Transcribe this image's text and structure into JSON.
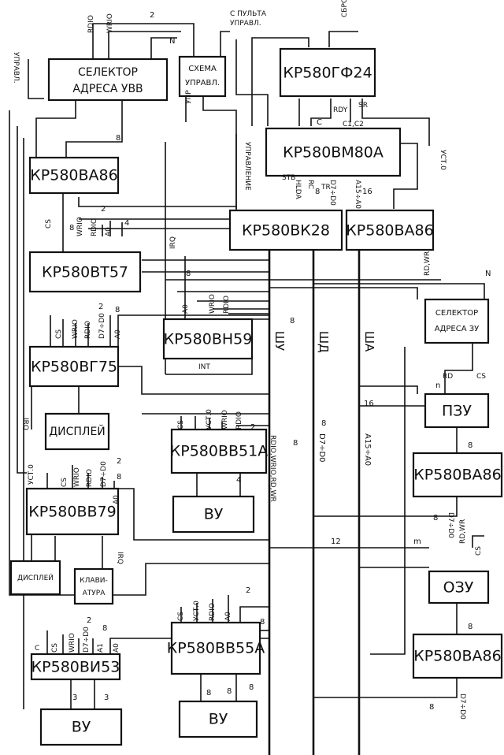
{
  "blocks": {
    "selector_uvv": [
      "СЕЛЕКТОР",
      "АДРЕСА УВВ"
    ],
    "control_scheme": [
      "СХЕМА",
      "УПРАВЛ."
    ],
    "gf24": "КР580ГФ24",
    "vm80a": "КР580ВМ80А",
    "vk28": "КР580ВК28",
    "va86_top": "КР580ВА86",
    "va86_left": "КР580ВА86",
    "vt57": "КР580ВТ57",
    "vn59": "КР580ВН59",
    "vg75": "КР580ВГ75",
    "display1": "ДИСПЛЕЙ",
    "vv51a": "КР580ВВ51А",
    "vu1": "ВУ",
    "vv79": "КР580ВВ79",
    "display2": "ДИСПЛЕЙ",
    "keyboard": [
      "КЛАВИ-",
      "АТУРА"
    ],
    "vv55a": "КР580ВВ55А",
    "vu2": "ВУ",
    "vi53": "КР580ВИ53",
    "vu3": "ВУ",
    "selector_mem": [
      "СЕЛЕКТОР",
      "АДРЕСА ЗУ"
    ],
    "rom": "ПЗУ",
    "va86_rom": "КР580ВА86",
    "ram": "ОЗУ",
    "va86_ram": "КР580ВА86"
  },
  "buses": {
    "control": "ШУ",
    "data": "ШД",
    "address": "ША",
    "data_range": "D7÷D0",
    "address_range": "A15÷A0",
    "control_signals": "RDIO,WRIO,RD,WR"
  },
  "signals": {
    "from_panel": [
      "С ПУЛЬТА",
      "УПРАВЛ."
    ],
    "sbros": "СБРОС",
    "uprav_left": "УПРАВЛ.",
    "upr": "УПР",
    "upravlenie": "УПРАВЛЕНИЕ",
    "c": "С",
    "rdy": "RDY",
    "sr": "SR",
    "c1c2": "C1,C2",
    "ust0": "УСТ.0",
    "stb": "STB",
    "hlda": "HLDA",
    "rc": "RC",
    "tr": "TR",
    "d7d0": "D7÷D0",
    "a15a0": "A15÷A0",
    "rdio": "RDIO",
    "wrio": "WRIO",
    "cs": "CS",
    "a0": "A0",
    "a1": "A1",
    "irq": "IRQ",
    "int": "INT",
    "rd": "RD",
    "rdwr": "RD,WR",
    "ust0b": "УСТ.0"
  },
  "numbers": {
    "n2": "2",
    "n4": "4",
    "n8": "8",
    "n16": "16",
    "n3": "3",
    "nN": "N",
    "nn": "n",
    "nm": "m",
    "n12": "12"
  }
}
